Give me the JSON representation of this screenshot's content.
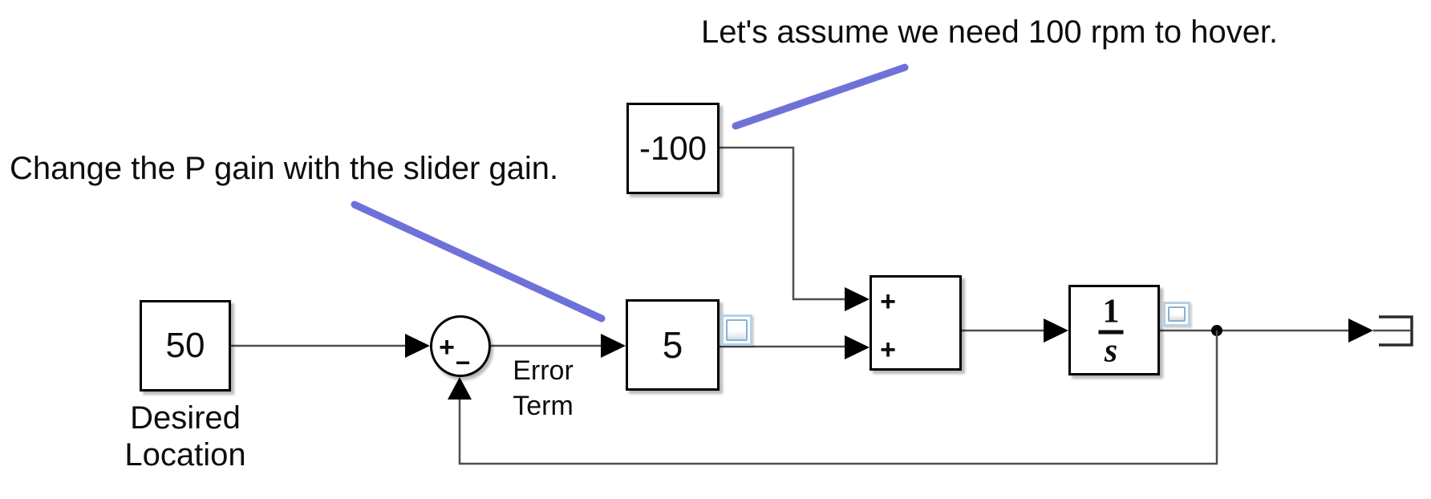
{
  "annotations": {
    "hover_note": "Let's assume we need 100 rpm to hover.",
    "slider_note": "Change the P gain with the slider gain."
  },
  "blocks": {
    "desired_location_constant": {
      "value": "50",
      "name_line1": "Desired",
      "name_line2": "Location"
    },
    "hover_rpm_constant": {
      "value": "-100"
    },
    "slider_gain": {
      "value": "5"
    },
    "sum_junction": {
      "sign_plus": "+",
      "sign_minus": "−"
    },
    "add_block": {
      "sign_top": "+",
      "sign_bottom": "+"
    },
    "integrator": {
      "numerator": "1",
      "denominator": "s"
    }
  },
  "labels": {
    "error_term_line1": "Error",
    "error_term_line2": "Term"
  },
  "icons": {
    "badge_gain": "signal-viewer-icon",
    "badge_integrator": "signal-viewer-icon",
    "outport": "out-bus-port-icon"
  },
  "colors": {
    "annotation_line": "#6E72D8",
    "wire": "#4D4D4D",
    "arrow": "#000000",
    "branch_dot": "#000000",
    "outport_stroke": "#2B2B2B",
    "block_border": "#000000",
    "badge_frame": "#B7D0E5",
    "badge_inner_border": "#85B2D4"
  }
}
